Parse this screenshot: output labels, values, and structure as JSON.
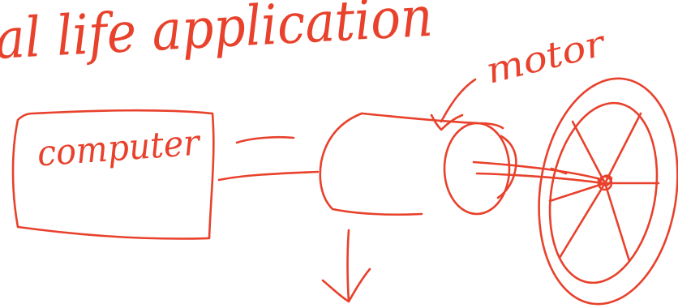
{
  "ink_color": "#e8412c",
  "heading": "al life application",
  "labels": {
    "computer": "computer",
    "motor": "motor"
  }
}
